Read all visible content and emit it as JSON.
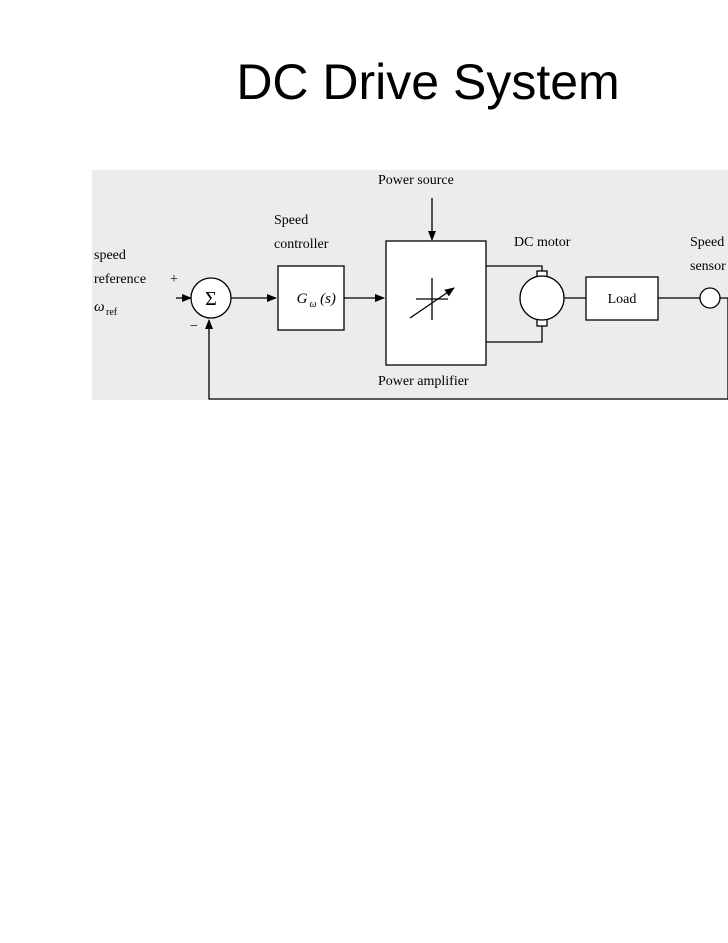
{
  "slide": {
    "title": "DC Drive System"
  },
  "diagram": {
    "input": {
      "line1": "speed",
      "line2": "reference",
      "plus": "+",
      "minus": "−",
      "omega": "ω",
      "omega_sub": "ref"
    },
    "summer": {
      "symbol": "Σ"
    },
    "speed_controller": {
      "line1": "Speed",
      "line2": "controller",
      "tf_G": "G",
      "tf_sub": "ω",
      "tf_rest": "(s)"
    },
    "power_source": {
      "label": "Power source"
    },
    "power_amplifier": {
      "label": "Power amplifier"
    },
    "dc_motor": {
      "label": "DC motor"
    },
    "load": {
      "label": "Load"
    },
    "speed_sensor": {
      "line1": "Speed",
      "line2": "sensor"
    }
  }
}
